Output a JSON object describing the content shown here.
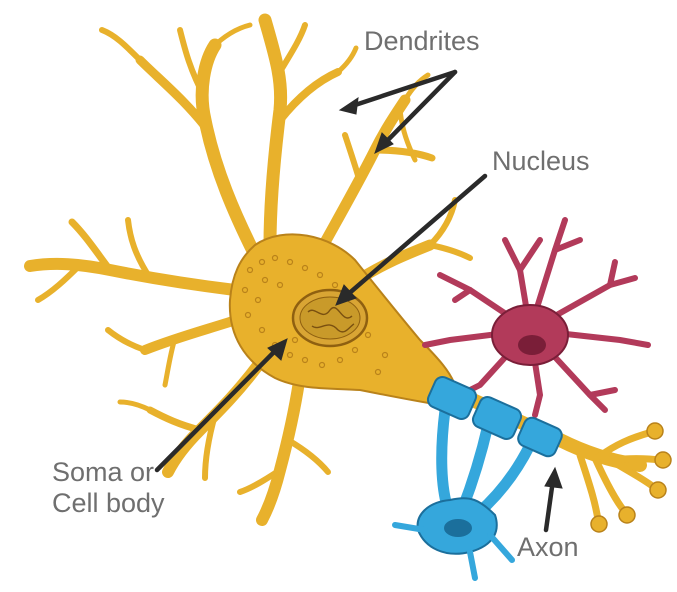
{
  "labels": {
    "dendrites": "Dendrites",
    "nucleus": "Nucleus",
    "soma_line1": "Soma or",
    "soma_line2": "Cell body",
    "axon": "Axon"
  },
  "colors": {
    "neuron_body": "#e8b12c",
    "neuron_outline": "#b9821a",
    "nucleus_fill": "#c99a2a",
    "glia_red": "#b23a5a",
    "glia_red_outline": "#7a1e38",
    "myelin_blue": "#35a7dc",
    "myelin_outline": "#1b6f9c",
    "arrow": "#2a2a2a",
    "label_text": "#6f6f6f"
  }
}
